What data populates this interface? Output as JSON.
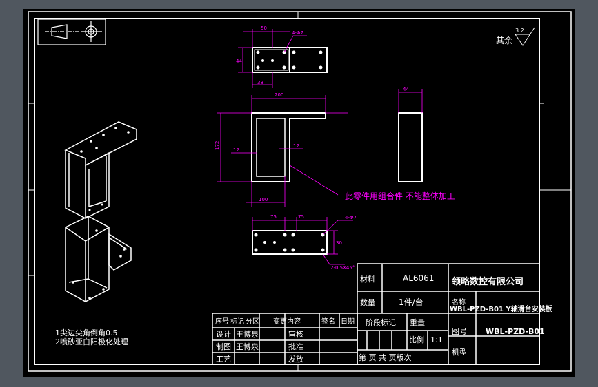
{
  "roughness": {
    "label": "其余",
    "value": "3.2"
  },
  "note": {
    "text": "此零件用组合件 不能整体加工"
  },
  "tech_notes": [
    "1尖边尖角倒角0.5",
    "2喷砂亚白阳极化处理"
  ],
  "dimensions": {
    "top_50": "50",
    "top_hole": "4-Φ7",
    "top_height": "44",
    "top_38": "38",
    "front_width": "200",
    "front_height": "172",
    "front_wall_left": "12",
    "front_wall_right": "12",
    "front_bottom": "100",
    "side_width": "44",
    "bottom_75a": "75",
    "bottom_75b": "75",
    "bottom_hole": "4-Φ7",
    "bottom_height": "30",
    "bottom_chamfer": "2-0.5X45°"
  },
  "title_block": {
    "material_label": "材料",
    "material_value": "AL6061",
    "company": "领略数控有限公司",
    "qty_label": "数量",
    "qty_value": "1件/台",
    "name_label": "名称",
    "name_value": "WBL-PZD-B01 Y轴滑台安装板",
    "stage_label": "阶段标记",
    "weight_label": "重量",
    "scale_label": "比例",
    "scale_value": "1:1",
    "drawing_no_label": "图号",
    "drawing_no_value": "WBL-PZD-B01",
    "sheet_text": "第 页 共 页版次",
    "model_label": "机型"
  },
  "revision_block": {
    "headers": [
      "序号",
      "标记",
      "分区",
      "变更内容",
      "签名",
      "日期"
    ],
    "rows": [
      {
        "role": "设计",
        "name": "王博泉",
        "approve_label": "审核"
      },
      {
        "role": "制图",
        "name": "王博泉",
        "approve_label": "批准"
      },
      {
        "role": "工艺",
        "name": "",
        "approve_label": "发放"
      }
    ]
  }
}
